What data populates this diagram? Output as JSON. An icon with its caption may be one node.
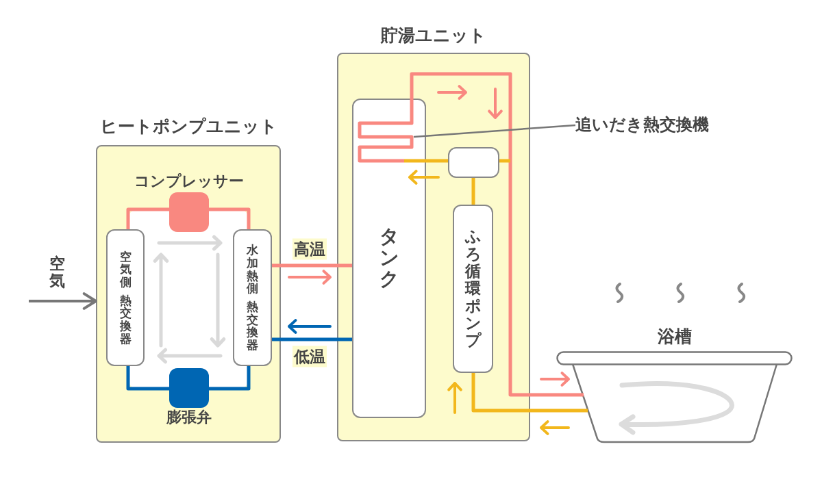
{
  "diagram": {
    "nodes": [
      {
        "text": [
          "ヒートポンプユニット"
        ]
      },
      {
        "text": [
          "コンプレッサー"
        ],
        "in": 0
      },
      {
        "text": [
          "空気側",
          "熱交換器"
        ],
        "in": 0
      },
      {
        "text": [
          "水加熱側",
          "熱交換器"
        ],
        "in": 0
      },
      {
        "text": [
          "膨張弁"
        ],
        "in": 0
      },
      {
        "text": [
          "貯湯ユニット"
        ]
      },
      {
        "text": [
          "タンク"
        ],
        "in": 5
      },
      {
        "text": [],
        "shape": "box",
        "in": 5
      },
      {
        "text": [
          "ふろ循環ポンプ"
        ],
        "in": 5
      },
      {
        "text": [
          "浴槽"
        ]
      },
      {
        "text": [
          "追いだき熱交換機"
        ]
      },
      {
        "text": [],
        "shape": "coil",
        "in": 6
      }
    ],
    "edges": [
      {
        "from": 1,
        "to": 3,
        "arrow": "none",
        "color": "#f98880"
      },
      {
        "from": 1,
        "to": 2,
        "arrow": "none",
        "color": "#f98880"
      },
      {
        "from": 2,
        "to": 4,
        "arrow": "none",
        "color": "#0066b3"
      },
      {
        "from": 4,
        "to": 3,
        "arrow": "none",
        "color": "#0066b3"
      },
      {
        "from": 3,
        "to": 6,
        "arrow": "none",
        "label": "高温",
        "color": "#f98880"
      },
      {
        "from": 6,
        "to": 3,
        "arrow": "none",
        "label": "低温",
        "color": "#0066b3"
      },
      {
        "from": 11,
        "to": 9,
        "arrow": "none",
        "color": "#f98880"
      },
      {
        "from": 11,
        "to": 7,
        "arrow": "none",
        "color": "#f2b71c"
      },
      {
        "from": 7,
        "to": 8,
        "arrow": "none",
        "color": "#f2b71c"
      },
      {
        "from": 7,
        "to": null,
        "arrow": "none",
        "color": "#f2b71c"
      },
      {
        "from": 8,
        "to": 9,
        "arrow": "none",
        "color": "#f2b71c"
      },
      {
        "from": null,
        "to": 0,
        "arrow": "to",
        "label": "空気",
        "color": "#777777"
      },
      {
        "from": 10,
        "to": 11,
        "arrow": "none",
        "color": "#777777"
      }
    ]
  }
}
